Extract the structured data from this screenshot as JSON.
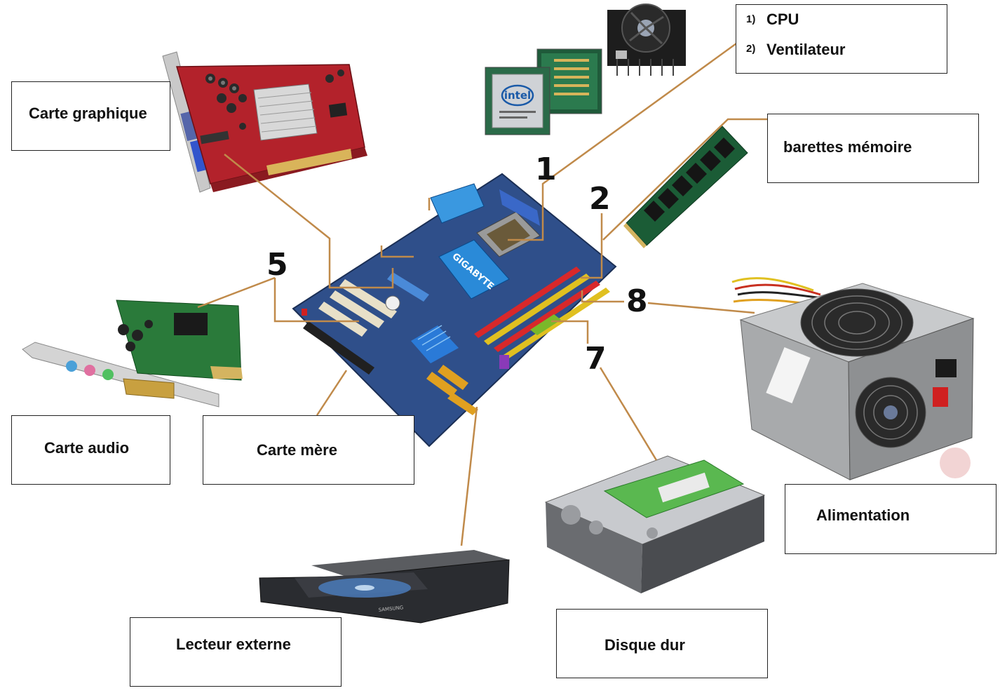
{
  "labels": {
    "carte_graphique": "Carte graphique",
    "cpu_item_1_num": "1)",
    "cpu_item_1": "CPU",
    "cpu_item_2_num": "2)",
    "cpu_item_2": "Ventilateur",
    "barettes": "barettes mémoire",
    "carte_audio": "Carte audio",
    "carte_mere": "Carte mère",
    "alimentation": "Alimentation",
    "lecteur": "Lecteur externe",
    "disque": "Disque dur"
  },
  "numbers": {
    "n1": "1",
    "n2": "2",
    "n5": "5",
    "n7": "7",
    "n8": "8"
  },
  "device_text": {
    "gpu_brand": "",
    "cpu_brand": "intel",
    "board_brand": "GIGABYTE",
    "odd_brand": "SAMSUNG"
  },
  "colors": {
    "connector_line": "#c08a4a",
    "connector_line_dark": "#b7894f",
    "label_border": "#222222"
  }
}
